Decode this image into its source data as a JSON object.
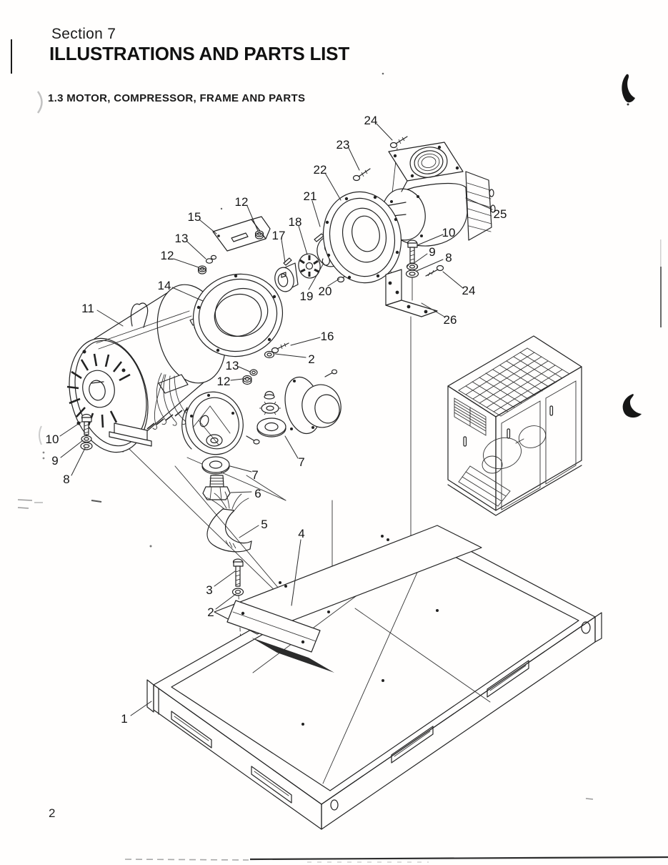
{
  "page": {
    "section_label": "Section 7",
    "title": "ILLUSTRATIONS AND PARTS LIST",
    "subsection": "1.3 MOTOR, COMPRESSOR, FRAME AND PARTS",
    "page_number": "2"
  },
  "diagram": {
    "description": "Exploded view of motor, compressor, frame and parts with numbered callouts; small isometric reference view of assembled unit inside cabinet; isometric base frame below.",
    "callouts": [
      "24",
      "23",
      "22",
      "21",
      "18",
      "17",
      "12",
      "15",
      "13",
      "12",
      "14",
      "19",
      "20",
      "25",
      "10",
      "9",
      "8",
      "24",
      "26",
      "11",
      "16",
      "2",
      "13",
      "12",
      "10",
      "9",
      "8",
      "7",
      "7",
      "6",
      "5",
      "4",
      "3",
      "2",
      "1"
    ]
  }
}
